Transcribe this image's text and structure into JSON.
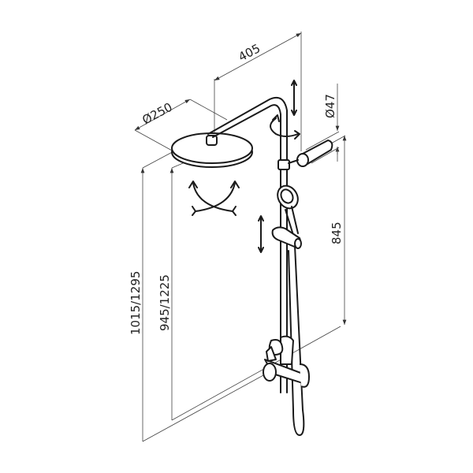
{
  "dimensions": {
    "arm_length": "405",
    "head_diameter": "Ø250",
    "bracket_diameter": "Ø47",
    "rail_height": "845",
    "total_height": "1015/1295",
    "head_height": "945/1225"
  },
  "colors": {
    "line": "#1a1a1a",
    "dimension": "#444444",
    "background": "#ffffff"
  }
}
